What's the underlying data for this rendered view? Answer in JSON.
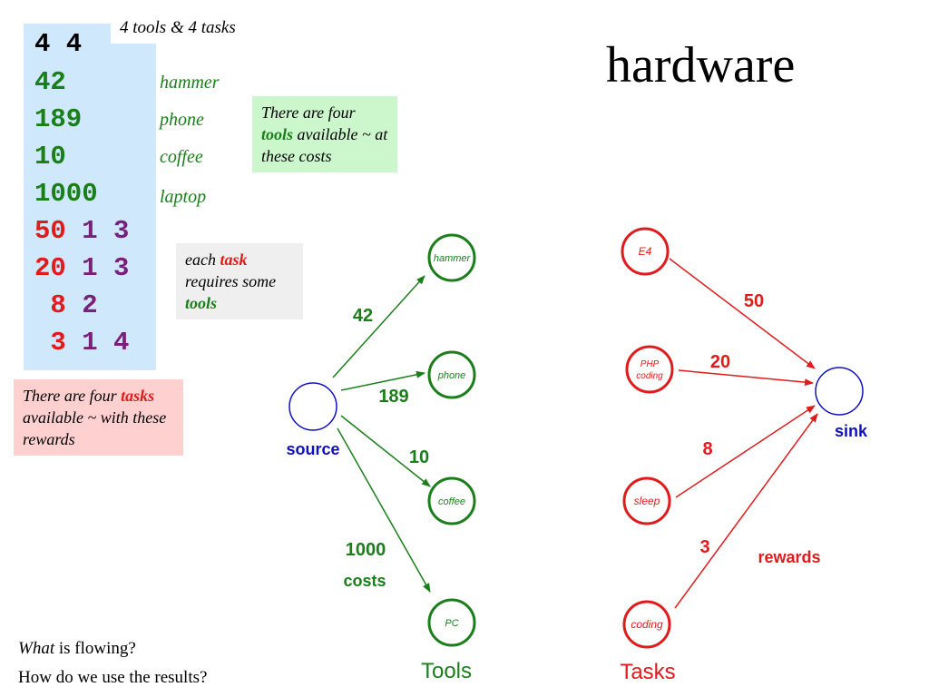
{
  "slide": {
    "title": "hardware",
    "input_caption": "4 tools & 4 tasks",
    "input_lines": [
      {
        "parts": [
          {
            "text": "4 4",
            "color": "#000000"
          }
        ]
      },
      {
        "parts": [
          {
            "text": "42",
            "color": "#1a7f1a"
          }
        ]
      },
      {
        "parts": [
          {
            "text": "189",
            "color": "#1a7f1a"
          }
        ]
      },
      {
        "parts": [
          {
            "text": "10",
            "color": "#1a7f1a"
          }
        ]
      },
      {
        "parts": [
          {
            "text": "1000",
            "color": "#1a7f1a"
          }
        ]
      },
      {
        "parts": [
          {
            "text": "50",
            "color": "#e01b1b"
          },
          {
            "text": " 1 3",
            "color": "#7a1f7a"
          }
        ]
      },
      {
        "parts": [
          {
            "text": "20",
            "color": "#e01b1b"
          },
          {
            "text": " 1 3",
            "color": "#7a1f7a"
          }
        ]
      },
      {
        "parts": [
          {
            "text": " 8",
            "color": "#e01b1b"
          },
          {
            "text": " 2",
            "color": "#7a1f7a"
          }
        ]
      },
      {
        "parts": [
          {
            "text": " 3",
            "color": "#e01b1b"
          },
          {
            "text": " 1 4",
            "color": "#7a1f7a"
          }
        ]
      }
    ],
    "tool_labels": [
      "hammer",
      "phone",
      "coffee",
      "laptop"
    ],
    "notes": {
      "tools": {
        "pre": "There are four ",
        "em": "tools",
        "post": " available ~ at these costs"
      },
      "task": {
        "pre": "each ",
        "em1": "task",
        "mid": " requires some ",
        "em2": "tools"
      },
      "tasks": {
        "pre": "There are four ",
        "em": "tasks",
        "post": " available ~ with these rewards"
      }
    },
    "questions": {
      "q1_em": "What",
      "q1_rest": " is flowing?",
      "q2": "How do we use the results?"
    }
  },
  "diagram": {
    "source_label": "source",
    "sink_label": "sink",
    "costs_label": "costs",
    "rewards_label": "rewards",
    "tools_caption": "Tools",
    "tasks_caption": "Tasks",
    "tools": [
      {
        "label": "hammer",
        "cost": "42"
      },
      {
        "label": "phone",
        "cost": "189"
      },
      {
        "label": "coffee",
        "cost": "10"
      },
      {
        "label": "PC",
        "cost": "1000"
      }
    ],
    "tasks": [
      {
        "label": "E4",
        "reward": "50"
      },
      {
        "label": "PHP coding",
        "reward": "20"
      },
      {
        "label": "sleep",
        "reward": "8"
      },
      {
        "label": "coding",
        "reward": "3"
      }
    ],
    "colors": {
      "tool": "#1a7f1a",
      "task": "#e01b1b",
      "endpoint": "#1010c0"
    }
  }
}
